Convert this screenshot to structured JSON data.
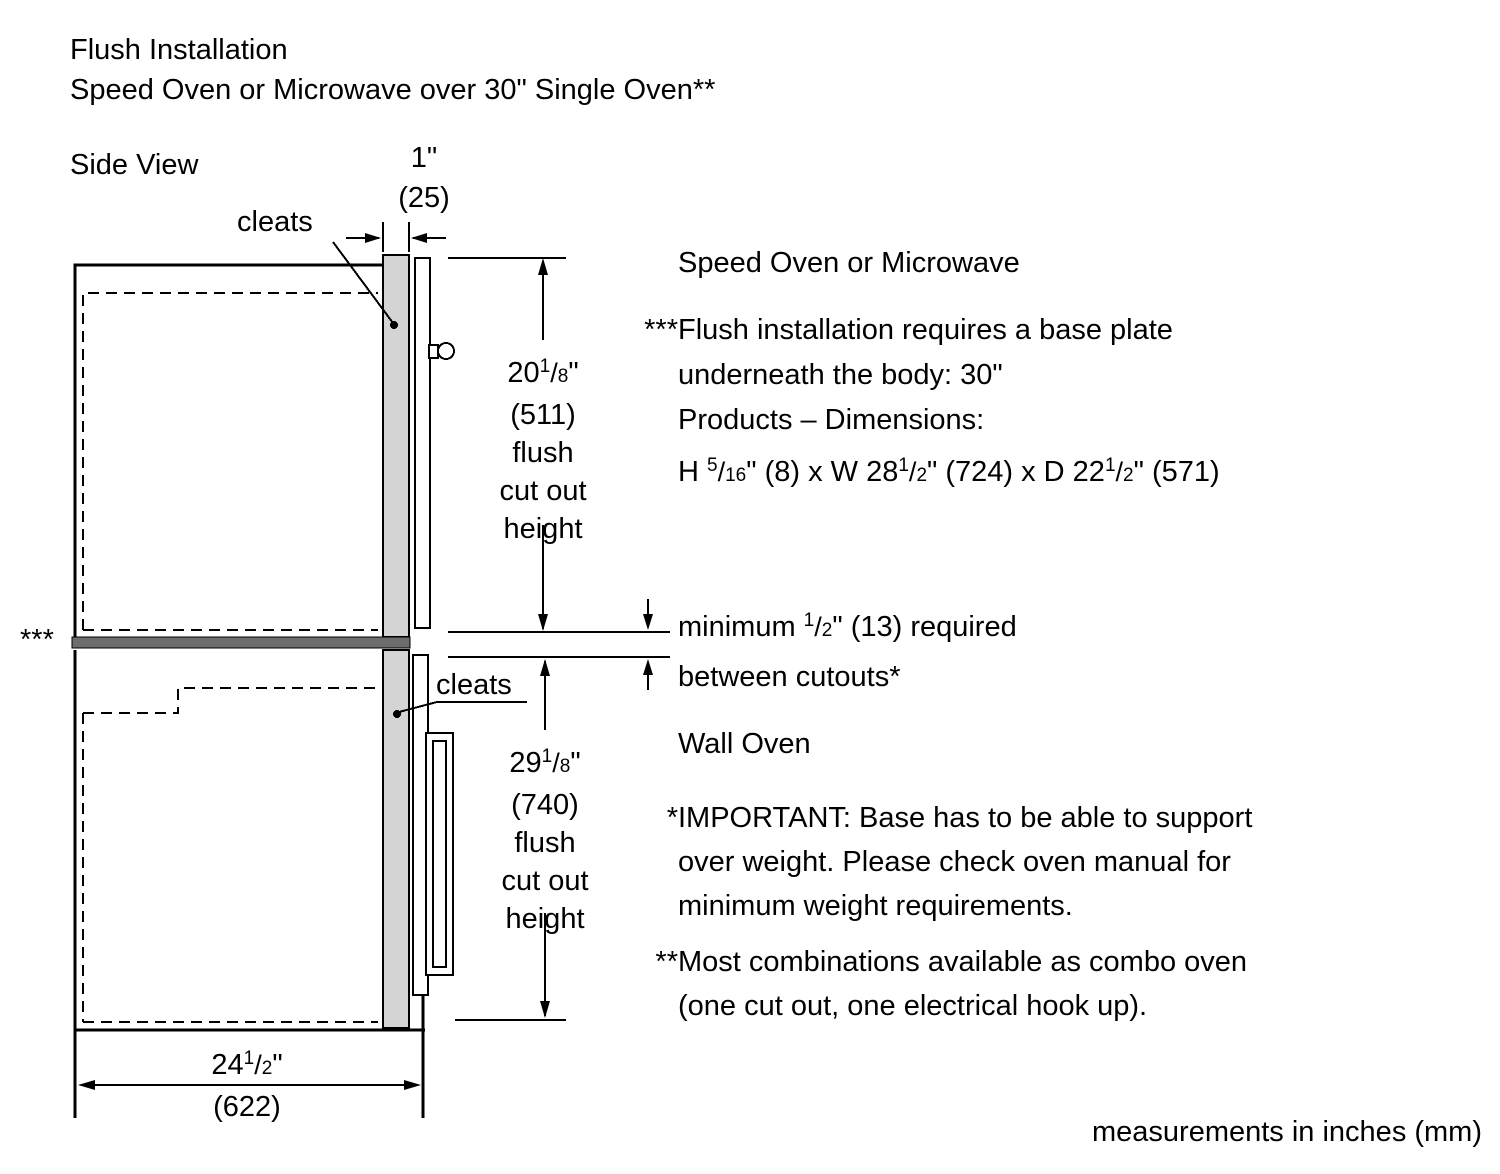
{
  "title": {
    "line1": "Flush Installation",
    "line2": "Speed Oven or Microwave over 30\" Single Oven**"
  },
  "frac_slash": "/",
  "diagram": {
    "side_view": "Side View",
    "cleats_upper": "cleats",
    "cleats_lower": "cleats",
    "asterisks_left": "***",
    "dim_top": {
      "inches": "1\"",
      "mm": "(25)"
    },
    "dim_upper": {
      "whole": "20",
      "num": "1",
      "den": "8",
      "unit": "\"",
      "mm": "(511)",
      "cap1": "flush",
      "cap2": "cut out",
      "cap3": "height"
    },
    "dim_lower": {
      "whole": "29",
      "num": "1",
      "den": "8",
      "unit": "\"",
      "mm": "(740)",
      "cap1": "flush",
      "cap2": "cut out",
      "cap3": "height"
    },
    "dim_bottom": {
      "whole": "24",
      "num": "1",
      "den": "2",
      "unit": "\"",
      "mm": "(622)"
    }
  },
  "annotations": {
    "speed_oven": "Speed Oven or Microwave",
    "flush_note": {
      "marker": "***",
      "line1": "Flush installation requires a base plate",
      "line2": "underneath the body: 30\"",
      "line3": "Products – Dimensions:",
      "dims": {
        "p1": "H ",
        "f1n": "5",
        "f1d": "16",
        "p2": "\" (8) x W 28",
        "f2n": "1",
        "f2d": "2",
        "p3": "\" (724) x D 22",
        "f3n": "1",
        "f3d": "2",
        "p4": "\" (571)"
      }
    },
    "min_gap": {
      "p1": "minimum ",
      "fn": "1",
      "fd": "2",
      "p2": "\" (13) required",
      "line2": "between cutouts*"
    },
    "wall_oven": "Wall Oven",
    "important": {
      "marker": "*",
      "line1": "IMPORTANT: Base has to be able to support",
      "line2": "over weight. Please check oven manual for",
      "line3": "minimum weight requirements."
    },
    "combo": {
      "marker": "**",
      "line1": "Most combinations available as combo oven",
      "line2": "(one cut out, one electrical hook up)."
    },
    "footer": "measurements in inches (mm)"
  },
  "colors": {
    "cleat_fill": "#d4d4d4",
    "base_plate_fill": "#6d6d6d",
    "line": "#000000"
  }
}
